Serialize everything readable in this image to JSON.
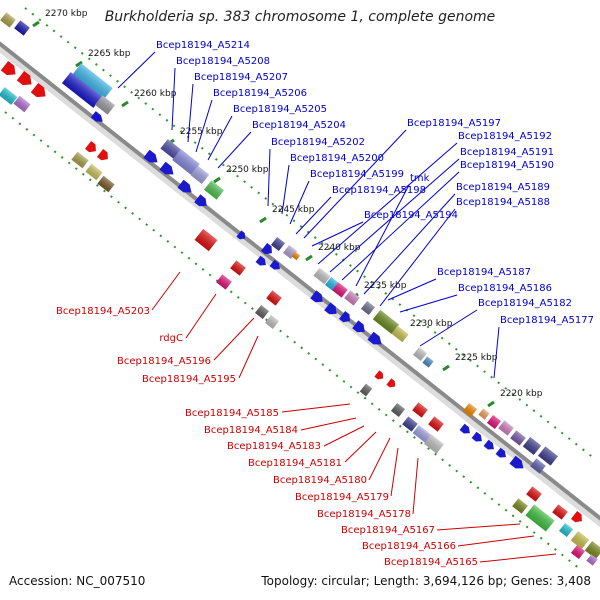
{
  "title": "Burkholderia sp. 383 chromosome 1, complete genome",
  "footer": {
    "accession": "Accession: NC_007510",
    "summary": "Topology: circular; Length: 3,694,126 bp; Genes: 3,408"
  },
  "colors": {
    "backbone": "#888888",
    "forward_label": "#0000cc",
    "reverse_label": "#cc0000",
    "tick": "#2a8a2a",
    "dots": "#2a9a2a"
  },
  "ticks": [
    "2270 kbp",
    "2265 kbp",
    "2260 kbp",
    "2255 kbp",
    "2250 kbp",
    "2245 kbp",
    "2240 kbp",
    "2235 kbp",
    "2230 kbp",
    "2225 kbp",
    "2220 kbp"
  ],
  "forward_labels": [
    "Bcep18194_A5214",
    "Bcep18194_A5208",
    "Bcep18194_A5207",
    "Bcep18194_A5206",
    "Bcep18194_A5205",
    "Bcep18194_A5204",
    "Bcep18194_A5202",
    "Bcep18194_A5200",
    "Bcep18194_A5199",
    "Bcep18194_A5198",
    "Bcep18194_A5197",
    "Bcep18194_A5192",
    "Bcep18194_A5191",
    "Bcep18194_A5190",
    "tmk",
    "Bcep18194_A5189",
    "Bcep18194_A5188",
    "Bcep18194_A5194",
    "Bcep18194_A5187",
    "Bcep18194_A5186",
    "Bcep18194_A5182",
    "Bcep18194_A5177"
  ],
  "reverse_labels": [
    "Bcep18194_A5203",
    "rdgC",
    "Bcep18194_A5196",
    "Bcep18194_A5195",
    "Bcep18194_A5185",
    "Bcep18194_A5184",
    "Bcep18194_A5183",
    "Bcep18194_A5181",
    "Bcep18194_A5180",
    "Bcep18194_A5179",
    "Bcep18194_A5178",
    "Bcep18194_A5167",
    "Bcep18194_A5166",
    "Bcep18194_A5165"
  ]
}
